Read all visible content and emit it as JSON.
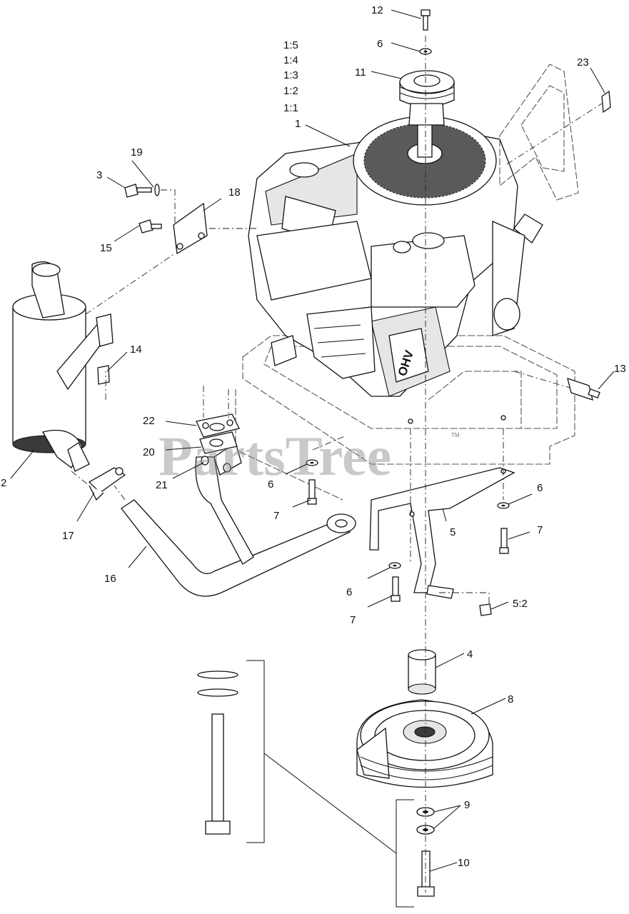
{
  "watermark": "PartsTree",
  "watermark_tm": "TM",
  "engine_badge": "OHV",
  "callouts": {
    "c1_5": "1:5",
    "c1_4": "1:4",
    "c1_3": "1:3",
    "c1_2": "1:2",
    "c1_1": "1:1",
    "c1": "1",
    "c2": "2",
    "c3": "3",
    "c4": "4",
    "c5": "5",
    "c5_2": "5:2",
    "c6a": "6",
    "c6b": "6",
    "c6c": "6",
    "c6d": "6",
    "c7a": "7",
    "c7b": "7",
    "c7c": "7",
    "c8": "8",
    "c9": "9",
    "c10": "10",
    "c11": "11",
    "c12": "12",
    "c13": "13",
    "c14": "14",
    "c15": "15",
    "c16": "16",
    "c17": "17",
    "c18": "18",
    "c19": "19",
    "c20": "20",
    "c21": "21",
    "c22": "22",
    "c23": "23"
  }
}
